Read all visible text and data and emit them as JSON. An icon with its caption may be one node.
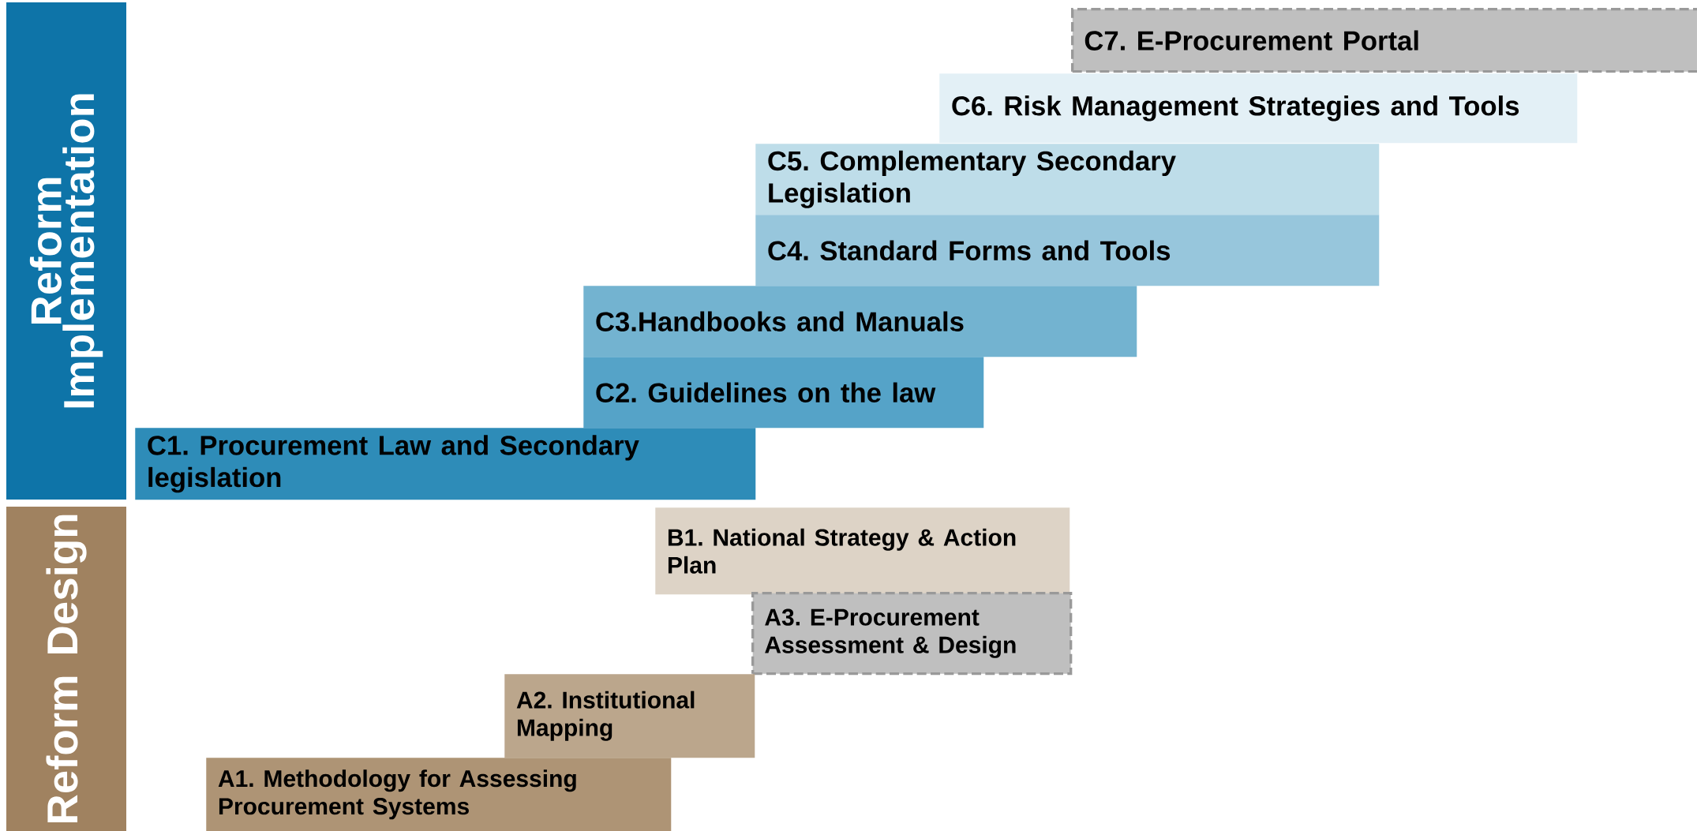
{
  "diagram": {
    "nodes": [
      {
        "text": [
          "Reform Implementation"
        ]
      },
      {
        "text": [
          "C7. E-Procurement Portal"
        ]
      },
      {
        "text": [
          "C6. Risk Management Strategies and Tools"
        ]
      },
      {
        "text": [
          "C5. Complementary Secondary Legislation"
        ]
      },
      {
        "text": [
          "C4. Standard Forms and Tools"
        ]
      },
      {
        "text": [
          "C3.Handbooks and Manuals"
        ]
      },
      {
        "text": [
          "C2. Guidelines on the law"
        ]
      },
      {
        "text": [
          "C1. Procurement Law and Secondary legislation"
        ]
      },
      {
        "text": [
          "Reform Design"
        ]
      },
      {
        "text": [
          "B1. National Strategy & Action Plan"
        ]
      },
      {
        "text": [
          "A3. E-Procurement Assessment & Design"
        ]
      },
      {
        "text": [
          "A2. Institutional Mapping"
        ]
      },
      {
        "text": [
          "A1. Methodology for Assessing Procurement Systems"
        ]
      }
    ]
  }
}
